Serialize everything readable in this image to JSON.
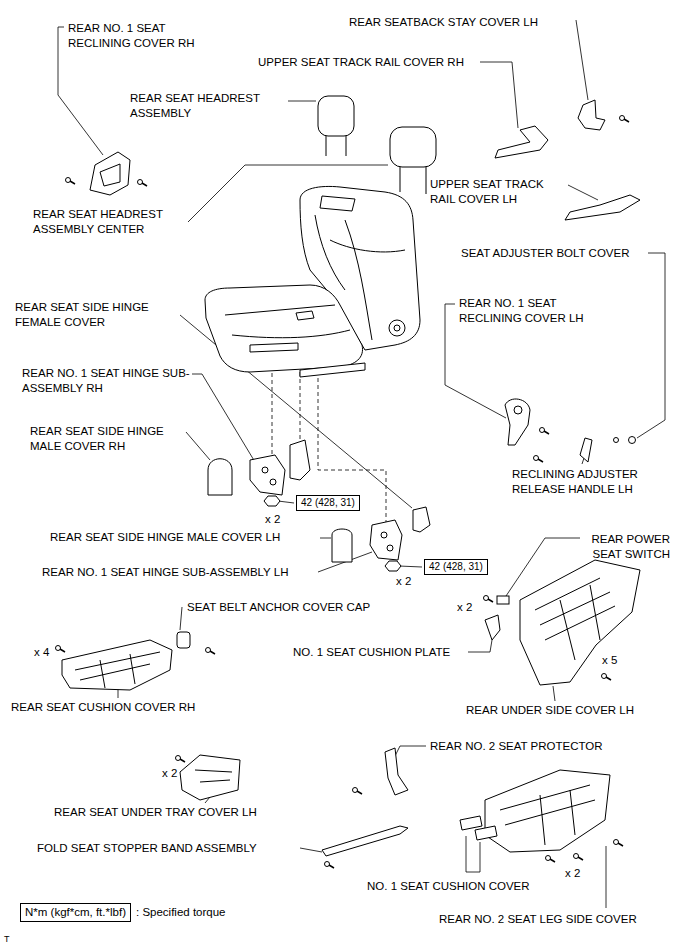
{
  "diagram": {
    "nodes": [
      {
        "text": [
          "42 (428, 31)"
        ]
      },
      {
        "text": [
          "42 (428, 31)"
        ]
      },
      {
        "text": [
          "N*m (kgf*cm, ft.*lbf)"
        ]
      }
    ],
    "edges": [],
    "labels": [
      "REAR NO. 1 SEAT RECLINING COVER RH",
      "REAR SEATBACK STAY COVER LH",
      "UPPER SEAT TRACK RAIL COVER RH",
      "REAR SEAT HEADREST ASSEMBLY",
      "REAR SEAT HEADREST ASSEMBLY CENTER",
      "UPPER SEAT TRACK RAIL COVER LH",
      "SEAT ADJUSTER BOLT COVER",
      "REAR SEAT SIDE HINGE FEMALE COVER",
      "REAR NO. 1 SEAT RECLINING COVER LH",
      "REAR NO. 1 SEAT HINGE SUB-ASSEMBLY RH",
      "REAR SEAT SIDE HINGE MALE COVER RH",
      "RECLINING ADJUSTER RELEASE HANDLE LH",
      "x 2",
      "REAR SEAT SIDE HINGE MALE COVER LH",
      "REAR NO. 1 SEAT HINGE SUB-ASSEMBLY LH",
      "x 2",
      "REAR POWER SEAT SWITCH",
      "SEAT BELT ANCHOR COVER CAP",
      "x 4",
      "x 2",
      "NO. 1 SEAT CUSHION PLATE",
      "x 5",
      "REAR SEAT CUSHION COVER RH",
      "REAR UNDER SIDE COVER LH",
      "x 2",
      "REAR NO. 2 SEAT PROTECTOR",
      "REAR SEAT UNDER TRAY COVER LH",
      "FOLD SEAT STOPPER BAND ASSEMBLY",
      "x 2",
      "NO. 1 SEAT CUSHION COVER",
      ": Specified torque",
      "REAR NO. 2 SEAT LEG SIDE COVER",
      "T"
    ]
  }
}
